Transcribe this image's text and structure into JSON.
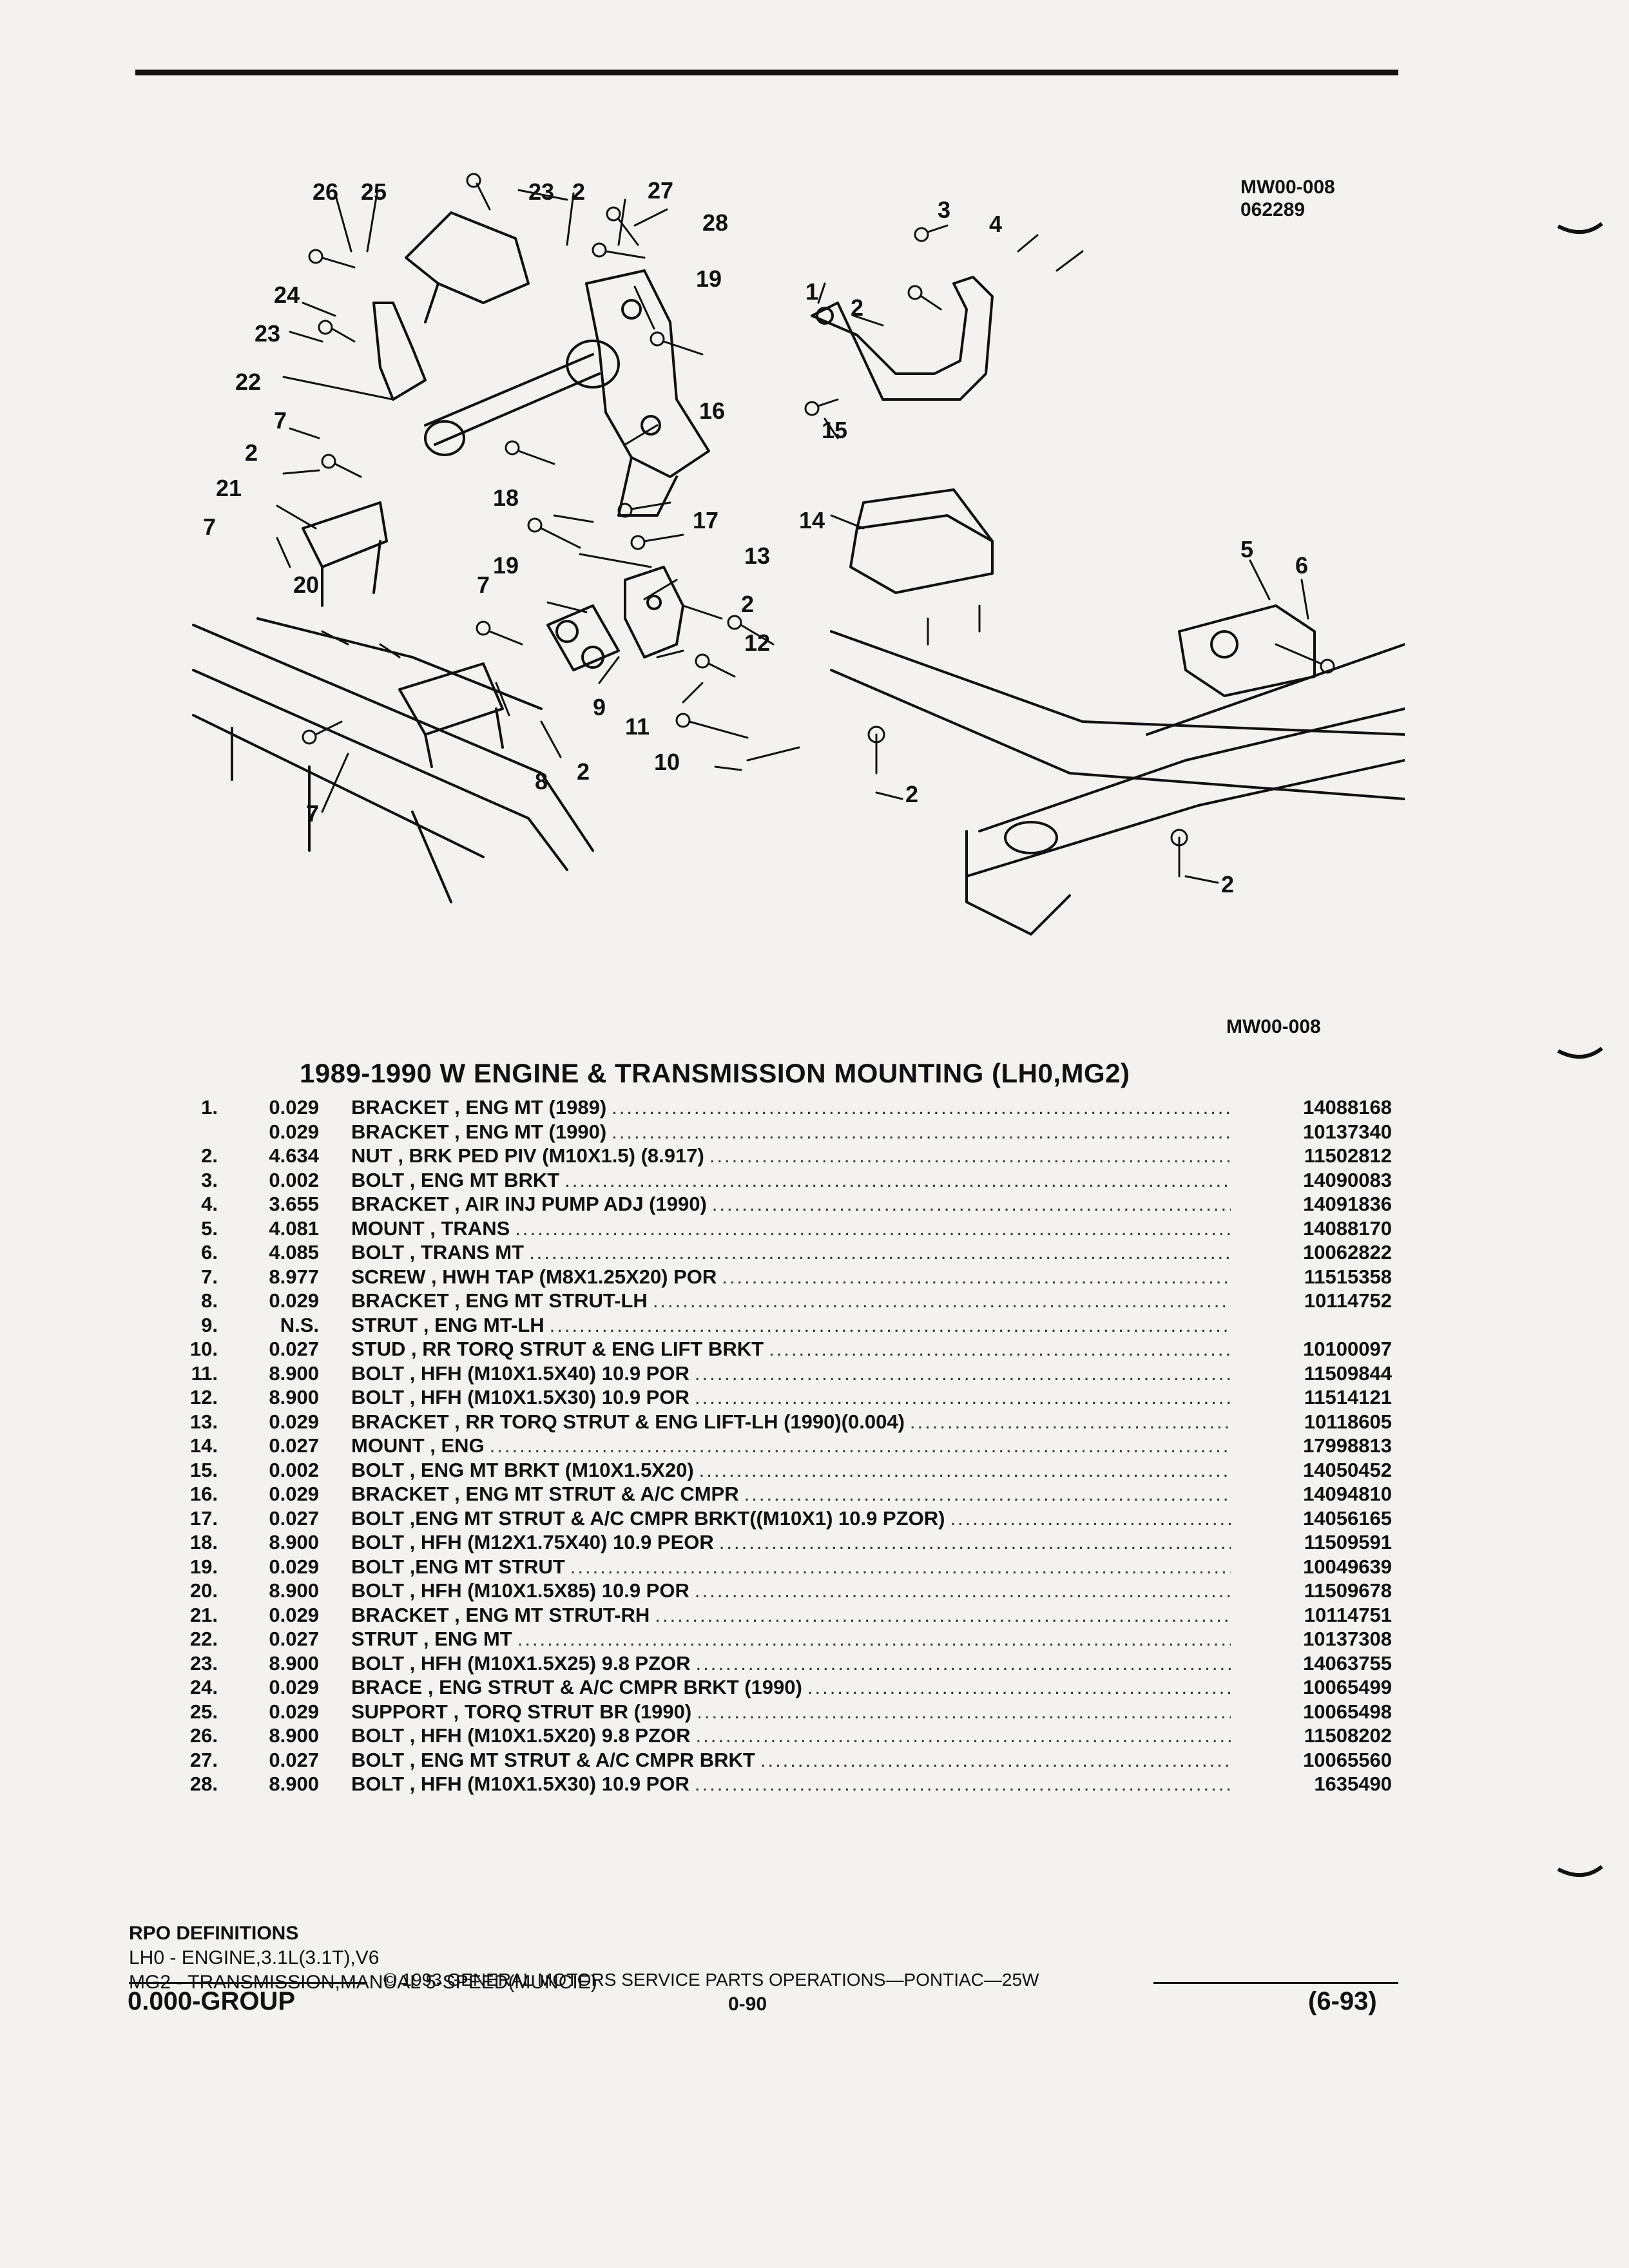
{
  "figure": {
    "code_top": "MW00-008",
    "date_code": "062289",
    "code_bottom": "MW00-008",
    "callouts": [
      "26",
      "25",
      "23",
      "2",
      "27",
      "28",
      "19",
      "24",
      "23",
      "22",
      "16",
      "7",
      "2",
      "21",
      "18",
      "17",
      "7",
      "19",
      "13",
      "20",
      "7",
      "2",
      "12",
      "9",
      "11",
      "10",
      "8",
      "2",
      "7",
      "1",
      "3",
      "4",
      "2",
      "15",
      "14",
      "5",
      "6",
      "2",
      "2"
    ]
  },
  "title": "1989-1990 W ENGINE & TRANSMISSION MOUNTING (LH0,MG2)",
  "parts": [
    {
      "num": "1.",
      "qty": "0.029",
      "desc": "BRACKET , ENG MT (1989)",
      "pn": "14088168"
    },
    {
      "num": "",
      "qty": "0.029",
      "desc": "BRACKET , ENG MT (1990)",
      "pn": "10137340"
    },
    {
      "num": "2.",
      "qty": "4.634",
      "desc": "NUT , BRK PED PIV (M10X1.5) (8.917)",
      "pn": "11502812"
    },
    {
      "num": "3.",
      "qty": "0.002",
      "desc": "BOLT , ENG MT BRKT",
      "pn": "14090083"
    },
    {
      "num": "4.",
      "qty": "3.655",
      "desc": "BRACKET , AIR INJ PUMP ADJ (1990)",
      "pn": "14091836"
    },
    {
      "num": "5.",
      "qty": "4.081",
      "desc": "MOUNT , TRANS",
      "pn": "14088170"
    },
    {
      "num": "6.",
      "qty": "4.085",
      "desc": "BOLT , TRANS MT",
      "pn": "10062822"
    },
    {
      "num": "7.",
      "qty": "8.977",
      "desc": "SCREW , HWH TAP (M8X1.25X20) POR",
      "pn": "11515358"
    },
    {
      "num": "8.",
      "qty": "0.029",
      "desc": "BRACKET , ENG MT STRUT-LH",
      "pn": "10114752"
    },
    {
      "num": "9.",
      "qty": "N.S.",
      "desc": "STRUT , ENG MT-LH",
      "pn": ""
    },
    {
      "num": "10.",
      "qty": "0.027",
      "desc": "STUD , RR TORQ STRUT & ENG LIFT BRKT",
      "pn": "10100097"
    },
    {
      "num": "11.",
      "qty": "8.900",
      "desc": "BOLT , HFH (M10X1.5X40) 10.9 POR",
      "pn": "11509844"
    },
    {
      "num": "12.",
      "qty": "8.900",
      "desc": "BOLT , HFH (M10X1.5X30) 10.9 POR",
      "pn": "11514121"
    },
    {
      "num": "13.",
      "qty": "0.029",
      "desc": "BRACKET , RR TORQ STRUT & ENG LIFT-LH (1990)(0.004)",
      "pn": "10118605"
    },
    {
      "num": "14.",
      "qty": "0.027",
      "desc": "MOUNT , ENG",
      "pn": "17998813"
    },
    {
      "num": "15.",
      "qty": "0.002",
      "desc": "BOLT , ENG MT BRKT (M10X1.5X20)",
      "pn": "14050452"
    },
    {
      "num": "16.",
      "qty": "0.029",
      "desc": "BRACKET , ENG MT STRUT & A/C CMPR",
      "pn": "14094810"
    },
    {
      "num": "17.",
      "qty": "0.027",
      "desc": "BOLT ,ENG MT STRUT & A/C CMPR BRKT((M10X1) 10.9 PZOR)",
      "pn": "14056165"
    },
    {
      "num": "18.",
      "qty": "8.900",
      "desc": "BOLT , HFH (M12X1.75X40) 10.9 PEOR",
      "pn": "11509591"
    },
    {
      "num": "19.",
      "qty": "0.029",
      "desc": "BOLT ,ENG MT STRUT",
      "pn": "10049639"
    },
    {
      "num": "20.",
      "qty": "8.900",
      "desc": "BOLT , HFH (M10X1.5X85) 10.9 POR",
      "pn": "11509678"
    },
    {
      "num": "21.",
      "qty": "0.029",
      "desc": "BRACKET , ENG MT STRUT-RH",
      "pn": "10114751"
    },
    {
      "num": "22.",
      "qty": "0.027",
      "desc": "STRUT , ENG MT",
      "pn": "10137308"
    },
    {
      "num": "23.",
      "qty": "8.900",
      "desc": "BOLT , HFH (M10X1.5X25) 9.8 PZOR",
      "pn": "14063755"
    },
    {
      "num": "24.",
      "qty": "0.029",
      "desc": "BRACE , ENG STRUT & A/C CMPR BRKT (1990)",
      "pn": "10065499"
    },
    {
      "num": "25.",
      "qty": "0.029",
      "desc": "SUPPORT , TORQ STRUT BR (1990)",
      "pn": "10065498"
    },
    {
      "num": "26.",
      "qty": "8.900",
      "desc": "BOLT , HFH (M10X1.5X20) 9.8 PZOR",
      "pn": "11508202"
    },
    {
      "num": "27.",
      "qty": "0.027",
      "desc": "BOLT , ENG MT STRUT & A/C CMPR BRKT",
      "pn": "10065560"
    },
    {
      "num": "28.",
      "qty": "8.900",
      "desc": "BOLT , HFH (M10X1.5X30) 10.9 POR",
      "pn": "1635490"
    }
  ],
  "rpo": {
    "heading": "RPO DEFINITIONS",
    "lines": [
      "LH0 - ENGINE,3.1L(3.1T),V6",
      "MG2 - TRANSMISSION,MANUAL 5-SPEED(MUNCIE)"
    ]
  },
  "footer": {
    "copyright": "© 1993 GENERAL MOTORS SERVICE PARTS OPERATIONS—PONTIAC—25W",
    "group": "0.000-GROUP",
    "page": "0-90",
    "date": "(6-93)"
  }
}
